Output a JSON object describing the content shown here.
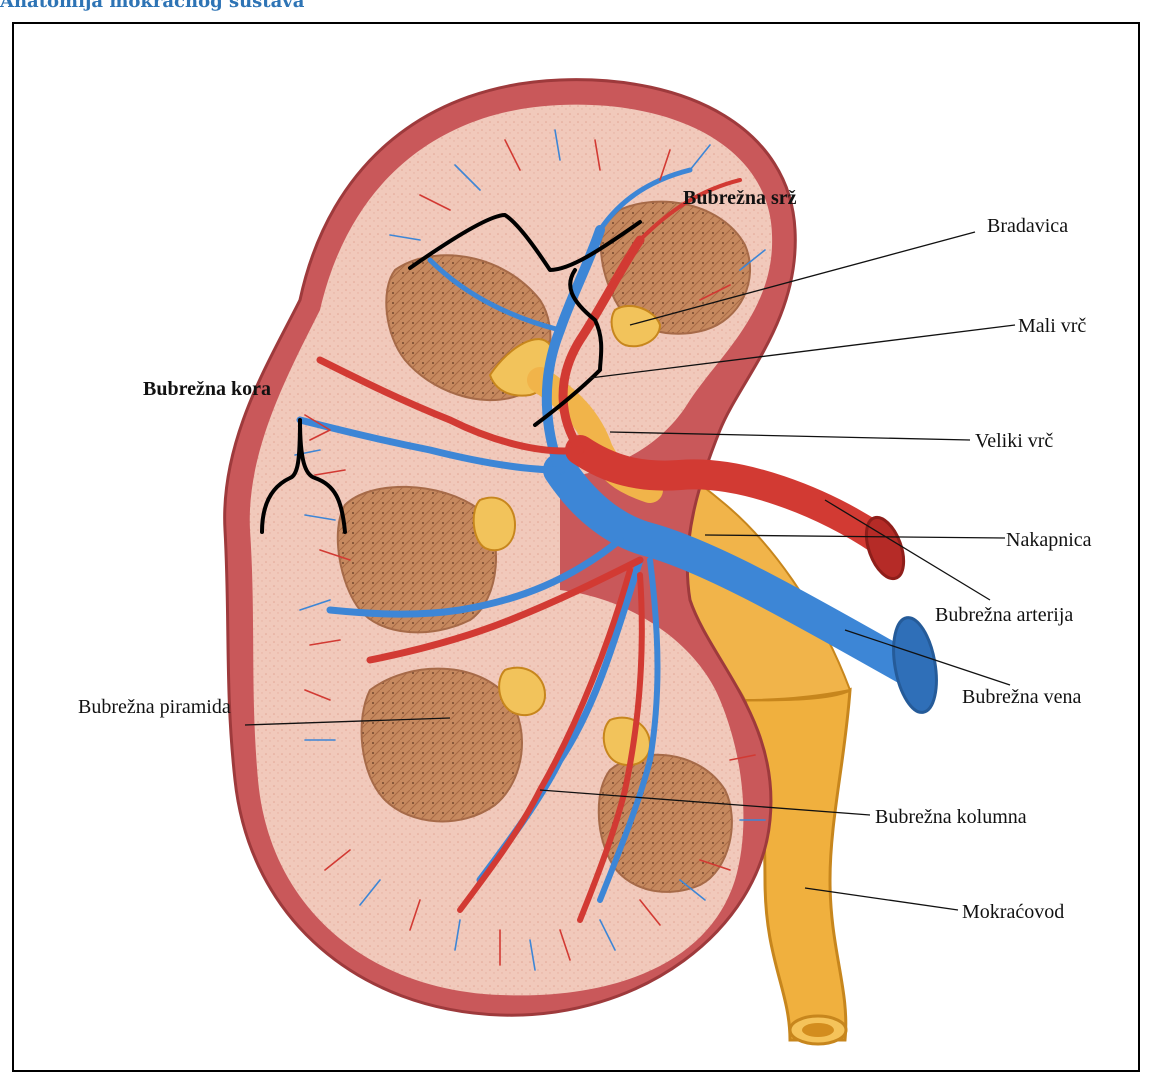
{
  "header": {
    "clipped_text": "Anatomija mokraćnog sustava"
  },
  "labels": {
    "renal_medulla": "Bubrežna srž",
    "renal_papilla": "Bradavica",
    "minor_calyx": "Mali vrč",
    "renal_cortex": "Bubrežna kora",
    "major_calyx": "Veliki vrč",
    "renal_pelvis": "Nakapnica",
    "renal_artery": "Bubrežna arterija",
    "renal_pyramid": "Bubrežna piramida",
    "renal_vein": "Bubrežna vena",
    "renal_column": "Bubrežna kolumna",
    "ureter": "Mokraćovod"
  },
  "colors": {
    "capsule": "#c9585a",
    "cortex": "#f0c6b8",
    "pyramid": "#c98a62",
    "calyx": "#f2b24a",
    "artery": "#d23a33",
    "vein": "#3d86d6",
    "ureter": "#f0b03e"
  }
}
